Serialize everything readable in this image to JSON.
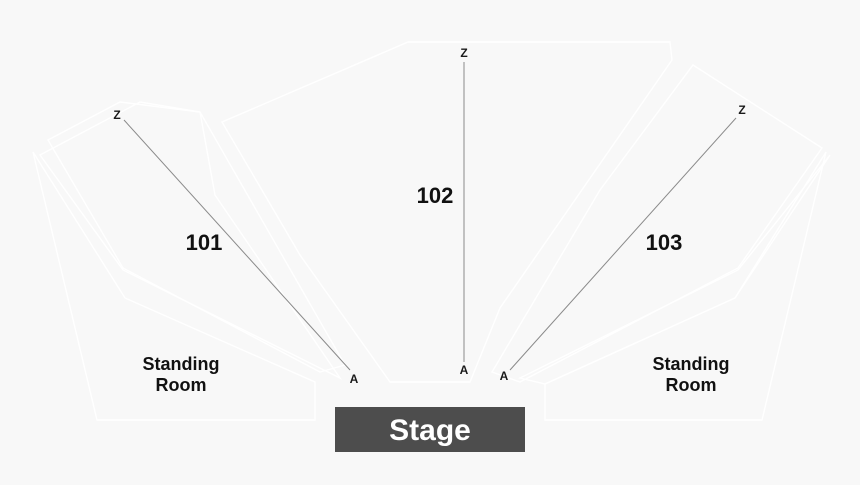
{
  "sections": [
    {
      "id": "101",
      "label": "101",
      "front_row": "A",
      "back_row": "Z"
    },
    {
      "id": "102",
      "label": "102",
      "front_row": "A",
      "back_row": "Z"
    },
    {
      "id": "103",
      "label": "103",
      "front_row": "A",
      "back_row": "Z"
    }
  ],
  "standing_left": {
    "line1": "Standing",
    "line2": "Room"
  },
  "standing_right": {
    "line1": "Standing",
    "line2": "Room"
  },
  "stage": {
    "label": "Stage"
  },
  "colors": {
    "background": "#f8f8f8",
    "outline": "#ffffff",
    "stage": "#4d4d4d",
    "text": "#111111",
    "row_line": "#8a8a8a"
  }
}
